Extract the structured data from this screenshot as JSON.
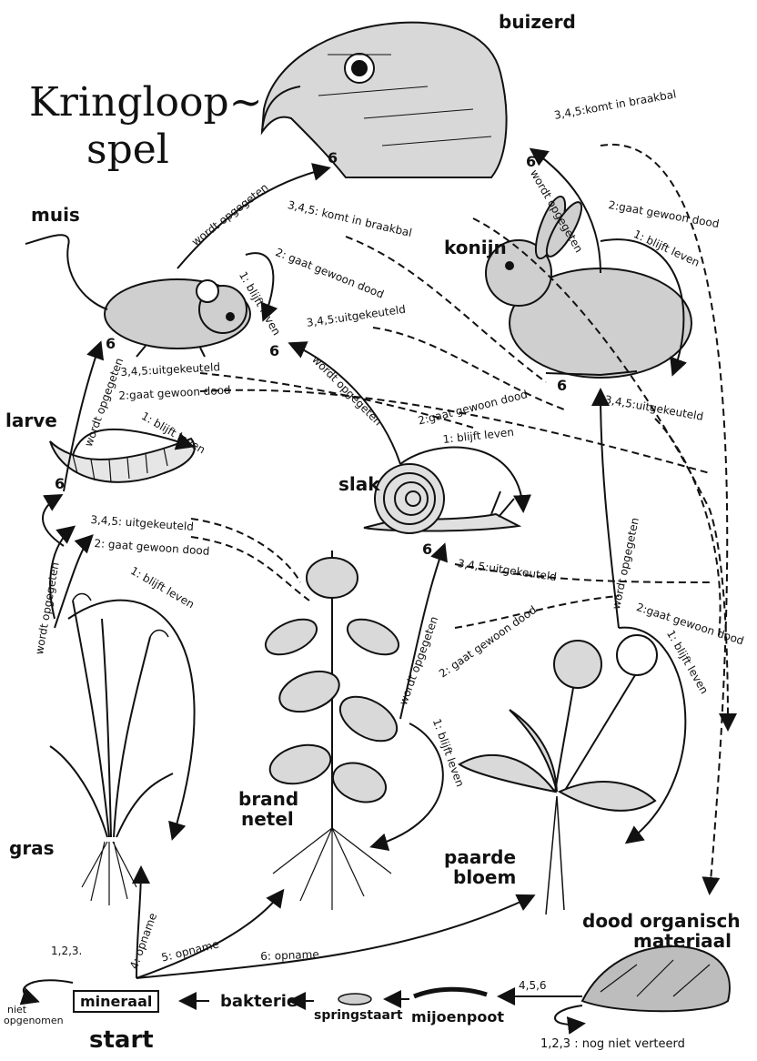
{
  "title": {
    "line1": "Kringloop~",
    "line2": "spel"
  },
  "organisms": {
    "buizerd": "buizerd",
    "muis": "muis",
    "konijn": "konijn",
    "larve": "larve",
    "slak": "slak",
    "gras": "gras",
    "brandnetel_1": "brand",
    "brandnetel_2": "netel",
    "paardebloem_1": "paarde",
    "paardebloem_2": "bloem",
    "dood_1": "dood organisch",
    "dood_2": "materiaal",
    "mineraal": "mineraal",
    "bakterie": "bakterie",
    "springstaart": "springstaart",
    "mijoenpoot": "mijoenpoot",
    "start": "start"
  },
  "numbers": {
    "six": "6"
  },
  "edges": {
    "wordt_opgegeten": "wordt opgegeten",
    "komt_in_braakbal": "3,4,5: komt in braakbal",
    "komt_in_braakbal_short": "3,4,5:komt in braakbal",
    "gaat_gewoon_dood": "2: gaat gewoon dood",
    "gaat_gewoon_dood_b": "2:gaat gewoon dood",
    "blijft_leven": "1: blijft leven",
    "uitgekeuteld": "3,4,5: uitgekeuteld",
    "uitgekeuteld_b": "3,4,5:uitgekeuteld",
    "opname_4": "4: opname",
    "opname_5": "5: opname",
    "opname_6": "6: opname",
    "nr_123": "1,2,3.",
    "nr_456": "4,5,6",
    "niet_1": "niet",
    "niet_2": "opgenomen",
    "nog_niet_verteerd": "1,2,3 : nog niet verteerd"
  }
}
